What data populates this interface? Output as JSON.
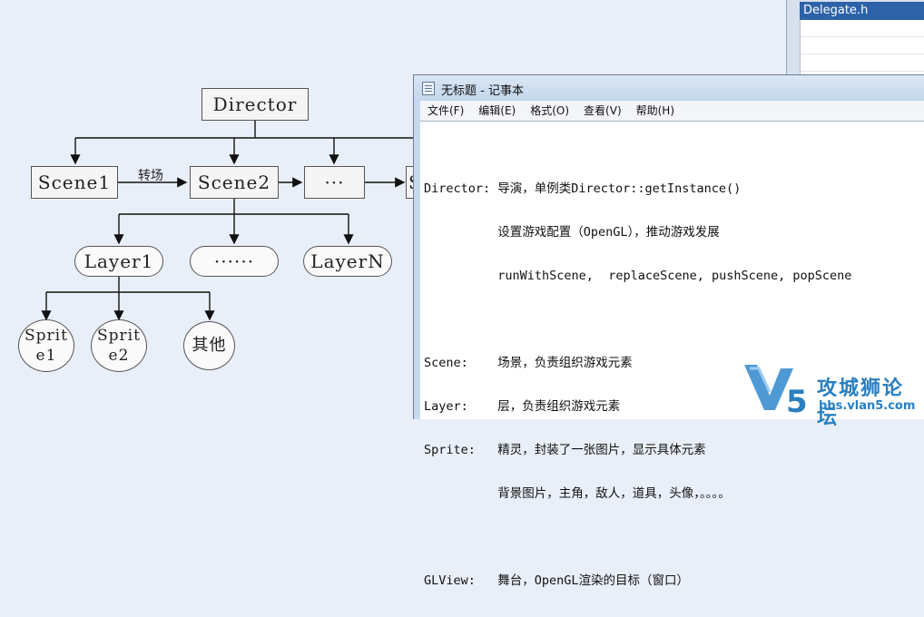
{
  "diagram": {
    "director": "Director",
    "scene1": "Scene1",
    "scene2": "Scene2",
    "scene_more": "···",
    "scene_partial": "S",
    "edge_label": "转场",
    "layer1": "Layer1",
    "layer_more": "······",
    "layerN": "LayerN",
    "sprite1_line1": "Sprit",
    "sprite1_line2": "e1",
    "sprite2_line1": "Sprit",
    "sprite2_line2": "e2",
    "other": "其他"
  },
  "background_window": {
    "tab": "Delegate.h"
  },
  "notepad": {
    "title": "无标题 - 记事本",
    "menu": [
      "文件(F)",
      "编辑(E)",
      "格式(O)",
      "查看(V)",
      "帮助(H)"
    ],
    "lines": [
      "Director: 导演，单例类Director::getInstance()",
      "          设置游戏配置（OpenGL），推动游戏发展",
      "          runWithScene,  replaceScene, pushScene, popScene",
      "",
      "Scene:    场景，负责组织游戏元素",
      "Layer:    层，负责组织游戏元素",
      "Sprite:   精灵，封装了一张图片，显示具体元素",
      "          背景图片，主角，敌人，道具，头像，。。。。",
      "",
      "GLView:   舞台，OpenGL渲染的目标（窗口）"
    ]
  },
  "watermark": {
    "name": "攻城狮论坛",
    "url": "bbs.vlan5.com"
  },
  "colors": {
    "background": "#e9eff9",
    "watermark": "#2a7fc0"
  }
}
